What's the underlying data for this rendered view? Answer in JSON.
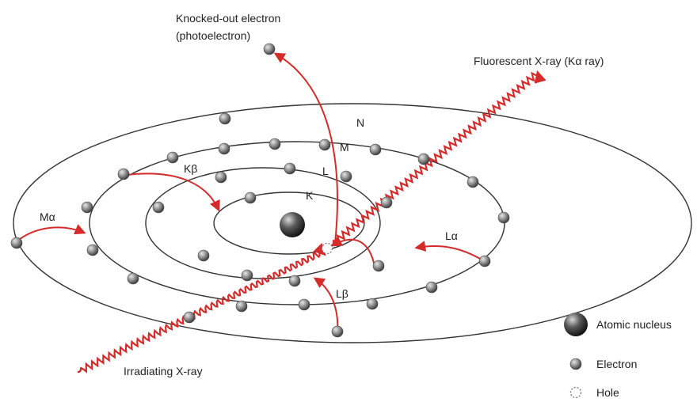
{
  "labels": {
    "photoelectron_line1": "Knocked-out electron",
    "photoelectron_line2": "(photoelectron)",
    "fluorescent": "Fluorescent X-ray (Kα ray)",
    "irradiating": "Irradiating X-ray",
    "shell_n": "N",
    "shell_m": "M",
    "shell_l": "L",
    "shell_k": "K",
    "trans_kbeta": "Kβ",
    "trans_malpha": "Mα",
    "trans_lalpha": "Lα",
    "trans_lbeta": "Lβ"
  },
  "legend": {
    "nucleus": "Atomic nucleus",
    "electron": "Electron",
    "hole": "Hole"
  },
  "colors": {
    "orbit": "#333333",
    "arrow": "#d42b2b",
    "electron": "#7a7a7a",
    "nucleus": "#3c3c3c"
  }
}
